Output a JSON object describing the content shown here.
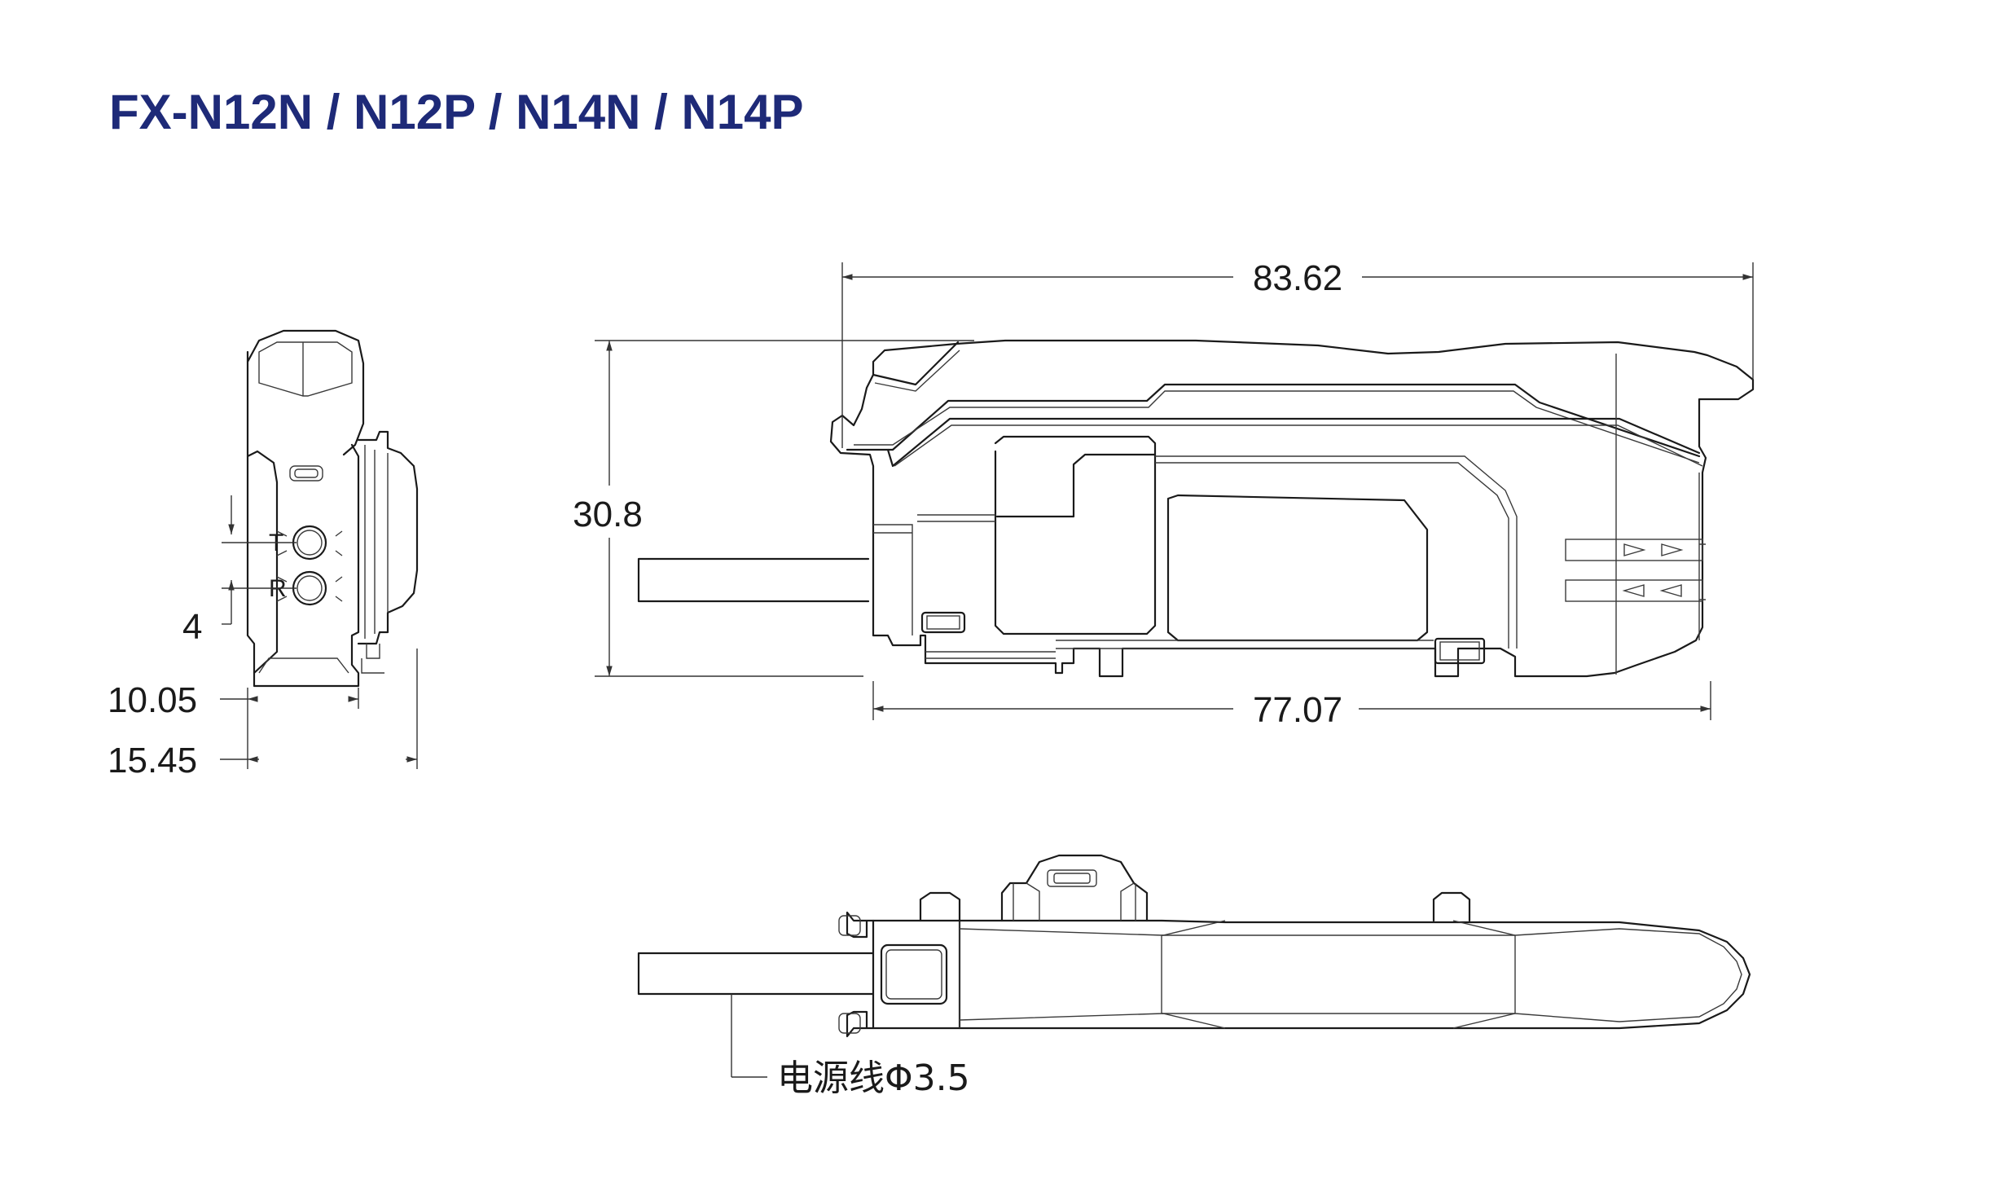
{
  "title": "FX-N12N / N12P / N14N / N14P",
  "dimensions": {
    "overall_length": "83.62",
    "height": "30.8",
    "body_length": "77.07",
    "port_pitch": "4",
    "body_width": "10.05",
    "overall_width": "15.45"
  },
  "ports": {
    "transmitter": "T",
    "receiver": "R"
  },
  "cable_label": "电源线Φ3.5",
  "colors": {
    "title": "#1e2a78",
    "line": "#1a1a1a"
  }
}
